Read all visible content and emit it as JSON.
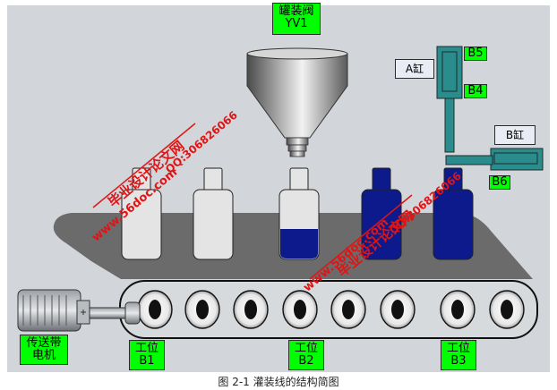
{
  "valve": {
    "name": "罐装阀",
    "code": "YV1"
  },
  "cylinder_a": {
    "label": "A缸",
    "sensor_top": "B5",
    "sensor_bottom": "B4"
  },
  "cylinder_b": {
    "label": "B缸",
    "sensor": "B6"
  },
  "motor": {
    "line1": "传送带",
    "line2": "电机"
  },
  "stations": [
    {
      "name": "工位",
      "code": "B1"
    },
    {
      "name": "工位",
      "code": "B2"
    },
    {
      "name": "工位",
      "code": "B3"
    }
  ],
  "bottles": [
    {
      "state": "empty"
    },
    {
      "state": "empty"
    },
    {
      "state": "half"
    },
    {
      "state": "full"
    },
    {
      "state": "full"
    }
  ],
  "watermarks": {
    "site": "www.56doc.com",
    "brand": "毕业设计论文网",
    "qq": "QQ:306826066"
  },
  "colors": {
    "panel": "#d2d6da",
    "label_green": "#00ff00",
    "liquid": "#0c1a8c",
    "cylinder": "#2a8c8c",
    "belt": "#6b6b6b",
    "watermark": "#e01414"
  },
  "caption": "图 2-1  灌装线的结构简图"
}
